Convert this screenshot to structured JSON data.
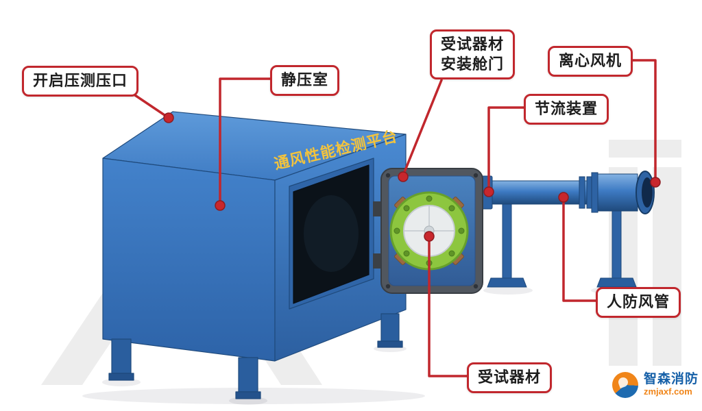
{
  "machine": {
    "title": "通风性能检测平台"
  },
  "callouts": {
    "open_pressure_port": "开启压测压口",
    "static_pressure_chamber": "静压室",
    "specimen_hatch_line1": "受试器材",
    "specimen_hatch_line2": "安装舱门",
    "centrifugal_fan": "离心风机",
    "throttle_device": "节流装置",
    "civil_defense_duct": "人防风管",
    "test_specimen": "受试器材"
  },
  "branding": {
    "name": "智森消防",
    "site": "zmjaxf.com"
  },
  "colors": {
    "callout_red": "#c1272d",
    "machine_blue": "#3d7bc6",
    "flange_green": "#8dc63f",
    "title_yellow": "#f3c33d",
    "brand_blue": "#1660a8",
    "brand_orange": "#f08519"
  }
}
